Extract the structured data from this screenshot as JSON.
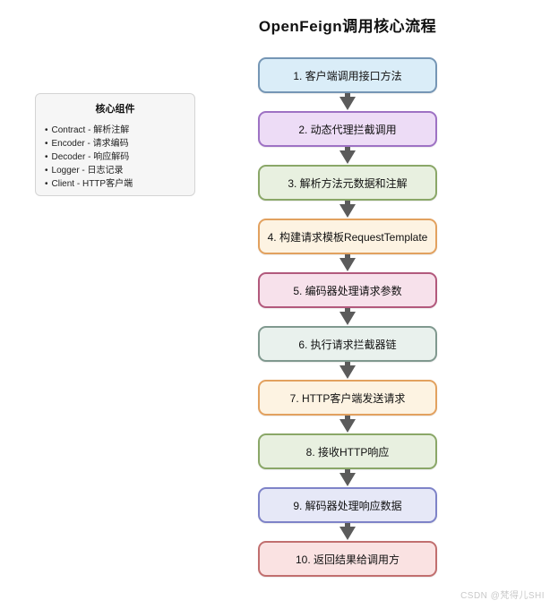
{
  "page": {
    "title": "OpenFeign调用核心流程",
    "watermark": "CSDN @梵得儿SHI"
  },
  "sidebar": {
    "title": "核心组件",
    "bullet": "•",
    "items": [
      "Contract - 解析注解",
      "Encoder - 请求编码",
      "Decoder - 响应解码",
      "Logger - 日志记录",
      "Client - HTTP客户端"
    ]
  },
  "flow": {
    "steps": [
      {
        "label": "1. 客户端调用接口方法",
        "fill": "#daedf8",
        "border": "#7596b5"
      },
      {
        "label": "2. 动态代理拦截调用",
        "fill": "#eddcf6",
        "border": "#9e72c4"
      },
      {
        "label": "3. 解析方法元数据和注解",
        "fill": "#e8f0e0",
        "border": "#8aa768"
      },
      {
        "label": "4. 构建请求模板RequestTemplate",
        "fill": "#fdf3e2",
        "border": "#e2a15f"
      },
      {
        "label": "5. 编码器处理请求参数",
        "fill": "#f7e1eb",
        "border": "#b2597c"
      },
      {
        "label": "6. 执行请求拦截器链",
        "fill": "#e9f1ed",
        "border": "#80998f"
      },
      {
        "label": "7. HTTP客户端发送请求",
        "fill": "#fdf3e2",
        "border": "#e2a15f"
      },
      {
        "label": "8. 接收HTTP响应",
        "fill": "#e8f0e0",
        "border": "#8aa768"
      },
      {
        "label": "9. 解码器处理响应数据",
        "fill": "#e6e8f7",
        "border": "#7e83c8"
      },
      {
        "label": "10. 返回结果给调用方",
        "fill": "#fae2e2",
        "border": "#c16f6f"
      }
    ]
  },
  "colors": {
    "arrow": "#5b5b5b"
  }
}
